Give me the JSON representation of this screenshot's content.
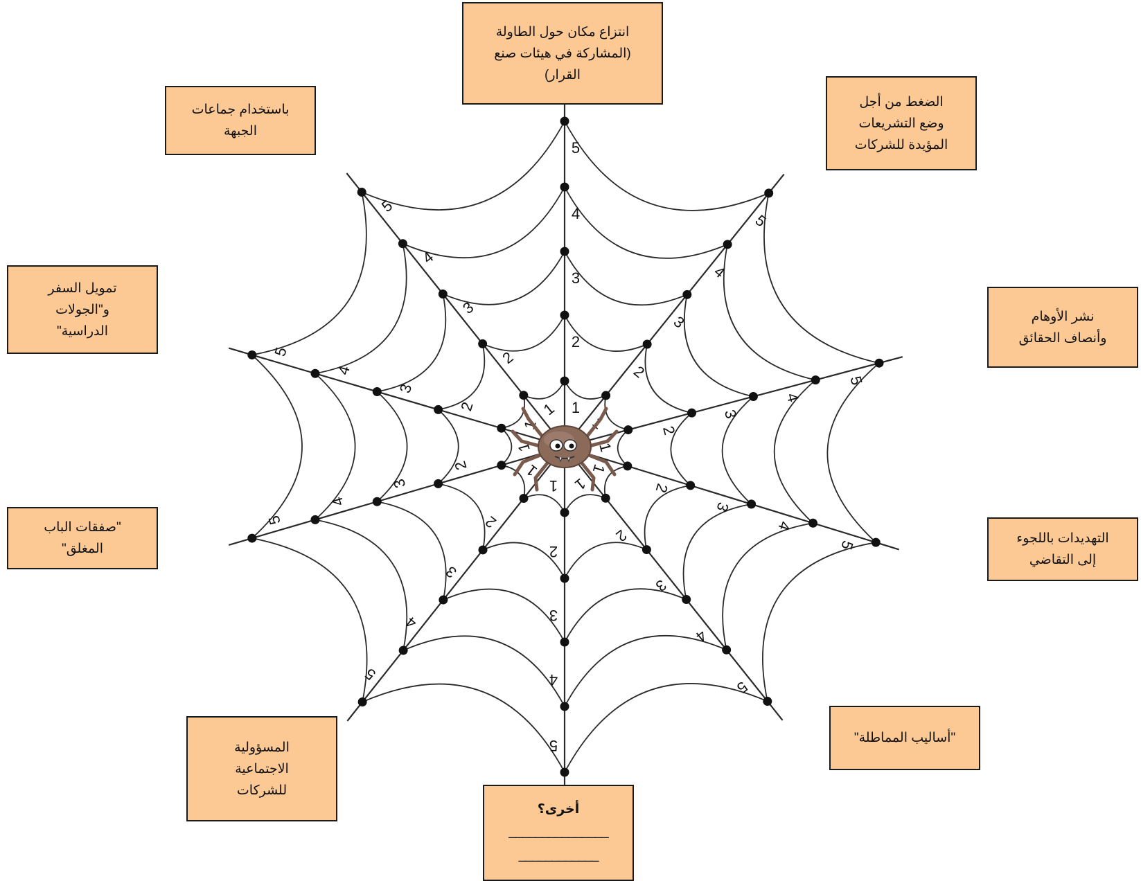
{
  "spider_web": {
    "ring_numbers": [
      "1",
      "2",
      "3",
      "4",
      "5"
    ],
    "spider_icon": "spider-icon"
  },
  "tactics": [
    {
      "key": "top",
      "text": "انتزاع مكان حول الطاولة\n(المشاركة في هيئات صنع\nالقرار)"
    },
    {
      "key": "top-right",
      "text": "الضغط من أجل\nوضع التشريعات\nالمؤيدة للشركات"
    },
    {
      "key": "right-upper",
      "text": "نشر الأوهام\nوأنصاف الحقائق"
    },
    {
      "key": "right-lower",
      "text": "التهديدات باللجوء\nإلى التقاضي"
    },
    {
      "key": "bottom-right",
      "text": "\"أساليب المماطلة\""
    },
    {
      "key": "bottom",
      "title": "أخرى؟",
      "blank1": "_______________",
      "blank2": "____________"
    },
    {
      "key": "bottom-left",
      "text": "المسؤولية\nالاجتماعية\nللشركات"
    },
    {
      "key": "left-lower",
      "text": "\"صفقات الباب\nالمغلق\""
    },
    {
      "key": "left-upper",
      "text": "تمويل السفر\nو\"الجولات\nالدراسية\""
    },
    {
      "key": "top-left",
      "text": "باستخدام جماعات\nالجبهة"
    }
  ],
  "colors": {
    "box_fill": "#fcc995",
    "box_border": "#1a1a1a",
    "web_line": "#2a2a2a",
    "node": "#111111",
    "spider_body": "#8b6a5a"
  }
}
